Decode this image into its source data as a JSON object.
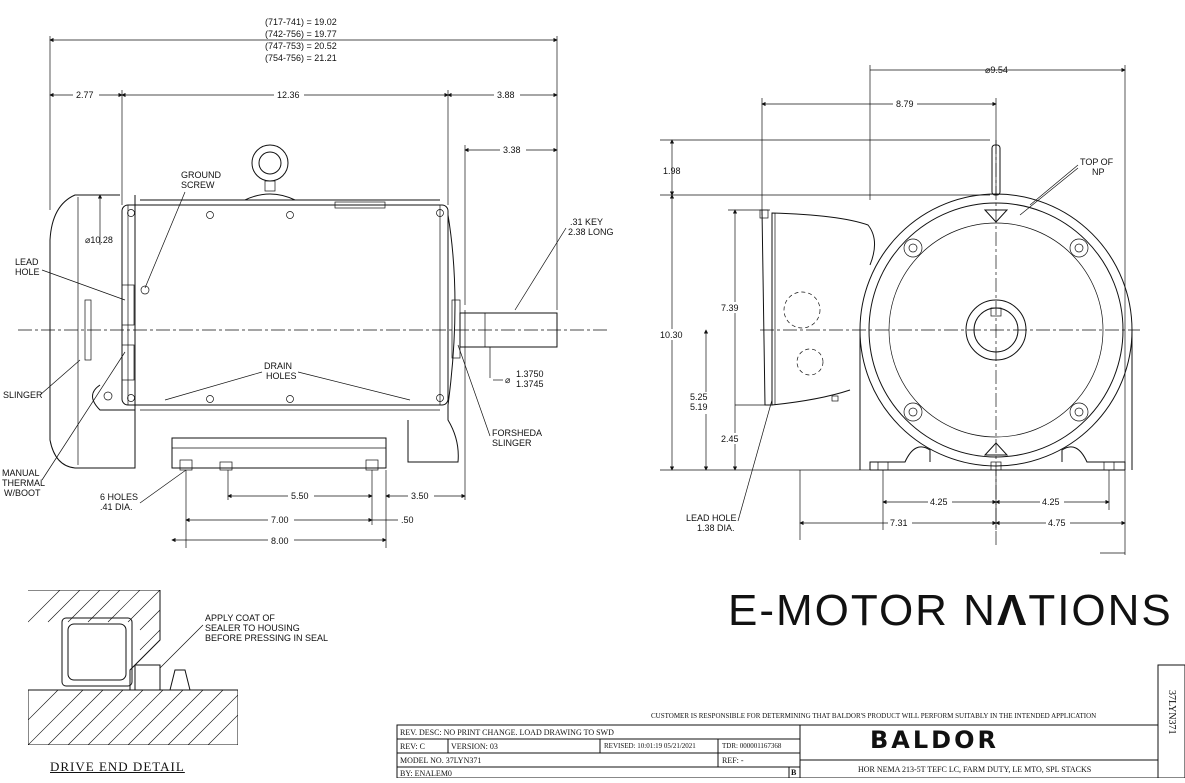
{
  "side_view": {
    "length_table": [
      "(717-741) = 19.02",
      "(742-756) = 19.77",
      "(747-753) = 20.52",
      "(754-756) = 21.21"
    ],
    "dims": {
      "rear": "2.77",
      "body": "12.36",
      "shaft_total": "3.88",
      "shaft": "3.38",
      "diameter": "⌀10.28",
      "key": ".31 KEY",
      "key_long": "2.38 LONG",
      "shaft_dia_max": "1.3750",
      "shaft_dia_min": "1.3745",
      "shaft_dia_symbol": "⌀",
      "holes_550": "5.50",
      "holes_350": "3.50",
      "holes_700": "7.00",
      "holes_050": ".50",
      "holes_800": "8.00"
    },
    "labels": {
      "ground1": "GROUND",
      "ground2": "SCREW",
      "lead1": "LEAD",
      "lead2": "HOLE",
      "drain1": "DRAIN",
      "drain2": "HOLES",
      "slinger": "SLINGER",
      "manual1": "MANUAL",
      "manual2": "THERMAL",
      "manual3": "W/BOOT",
      "forsheda1": "FORSHEDA",
      "forsheda2": "SLINGER",
      "six_holes1": "6 HOLES",
      "six_holes2": ".41 DIA."
    }
  },
  "end_view": {
    "dims": {
      "d954": "⌀9.54",
      "d879": "8.79",
      "d198": "1.98",
      "d739": "7.39",
      "d1030": "10.30",
      "d525": "5.25",
      "d519": "5.19",
      "d245": "2.45",
      "d425a": "4.25",
      "d425b": "4.25",
      "d731": "7.31",
      "d475": "4.75"
    },
    "labels": {
      "top1": "TOP OF",
      "top2": "NP",
      "leadhole1": "LEAD HOLE",
      "leadhole2": "1.38 DIA."
    }
  },
  "detail": {
    "note1": "APPLY COAT OF",
    "note2": "SEALER TO HOUSING",
    "note3": "BEFORE PRESSING IN SEAL",
    "title": "DRIVE  END  DETAIL"
  },
  "brand": {
    "part1": "E-MOTOR N",
    "part2": "Λ",
    "part3": "TIONS"
  },
  "title_block": {
    "customer_note": "CUSTOMER IS RESPONSIBLE FOR DETERMINING THAT BALDOR'S PRODUCT WILL PERFORM SUITABLY IN THE INTENDED APPLICATION",
    "rev_desc": "REV. DESC: NO PRINT CHANGE. LOAD DRAWING TO SWD",
    "rev": "REV:  C",
    "version": "VERSION:  03",
    "revised": "REVISED:  10:01:19 05/21/2021",
    "tdr": "TDR: 000001167368",
    "model": "MODEL NO.  37LYN371",
    "ref": "REF:  -",
    "by": "BY: ENALEM0",
    "size": "B",
    "company": "BALDOR",
    "description": "HOR NEMA 213-5T TEFC LC, FARM DUTY, LE MTO, SPL STACKS",
    "drawing_no": "37LYN371"
  }
}
